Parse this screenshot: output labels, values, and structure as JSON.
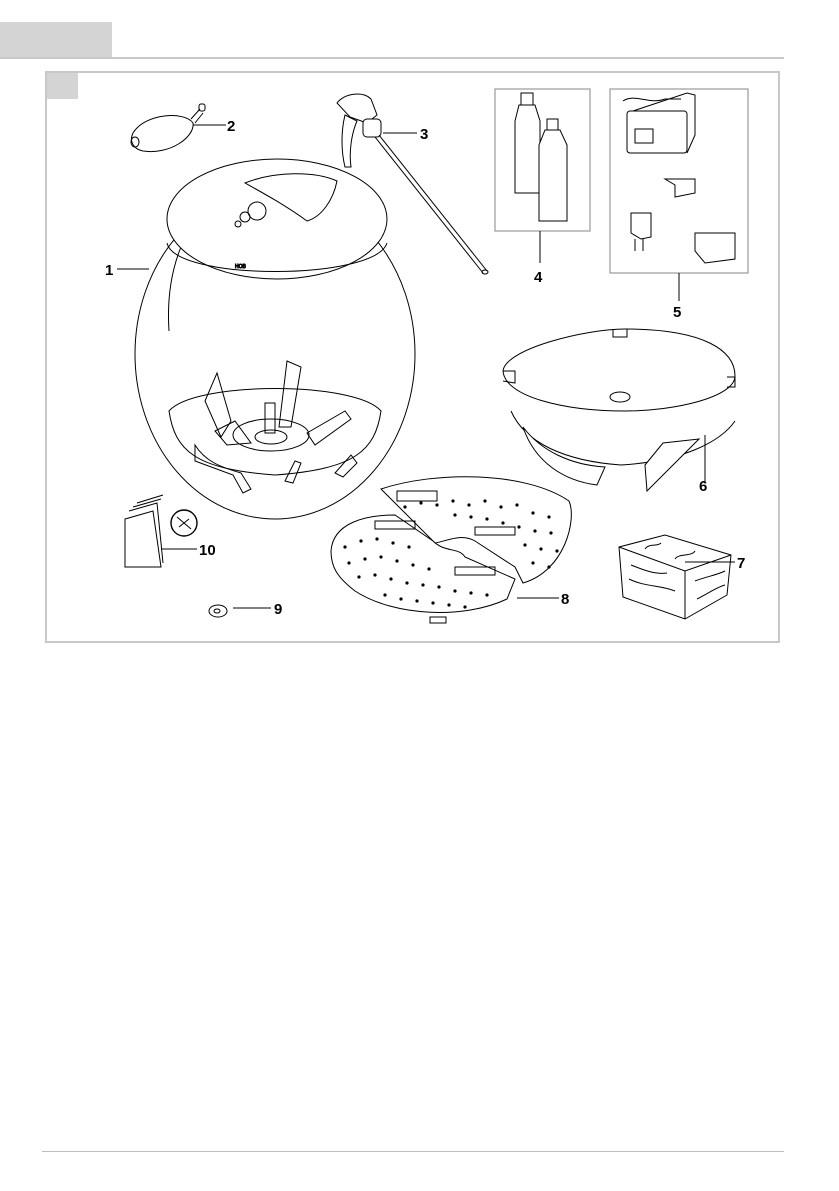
{
  "callouts": {
    "c1": "1",
    "c2": "2",
    "c3": "3",
    "c4": "4",
    "c5": "5",
    "c6": "6",
    "c7": "7",
    "c8": "8",
    "c9": "9",
    "c10": "10"
  },
  "product_logo": "HOB",
  "icons": [
    "hand-washing-icon"
  ],
  "colors": {
    "frame": "#c8c8c8",
    "tab": "#d4d4d4",
    "line": "#000000"
  }
}
